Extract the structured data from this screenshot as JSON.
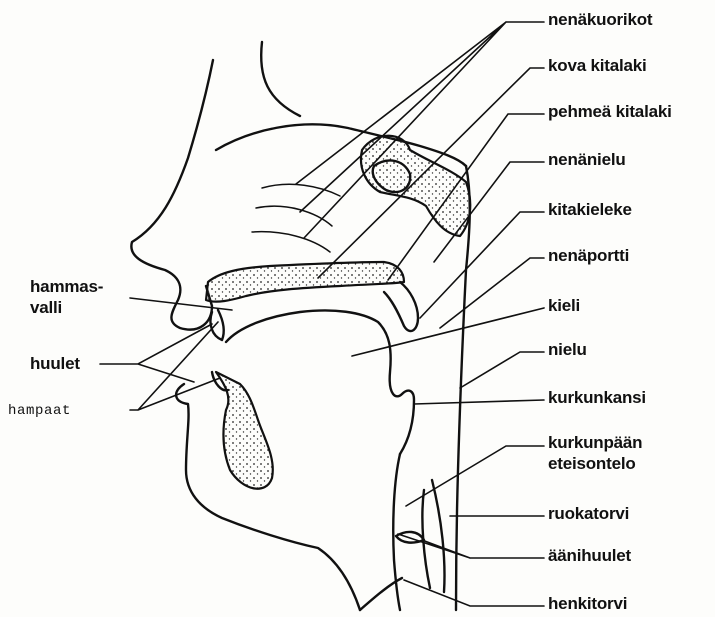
{
  "labels": {
    "nenakuorikot": "nenäkuorikot",
    "kova_kitalaki": "kova kitalaki",
    "pehmea_kitalaki": "pehmeä kitalaki",
    "nenanielu": "nenänielu",
    "kitakieleke": "kitakieleke",
    "nenaportti": "nenäportti",
    "kieli": "kieli",
    "nielu": "nielu",
    "kurkunkansi": "kurkunkansi",
    "kurkunpaan_line1": "kurkunpään",
    "kurkunpaan_line2": "eteisontelo",
    "ruokatorvi": "ruokatorvi",
    "aanihuulet": "äänihuulet",
    "henkitorvi": "henkitorvi",
    "hammasvalli_line1": "hammas-",
    "hammasvalli_line2": "valli",
    "huulet": "huulet",
    "hampaat": "hampaat"
  }
}
